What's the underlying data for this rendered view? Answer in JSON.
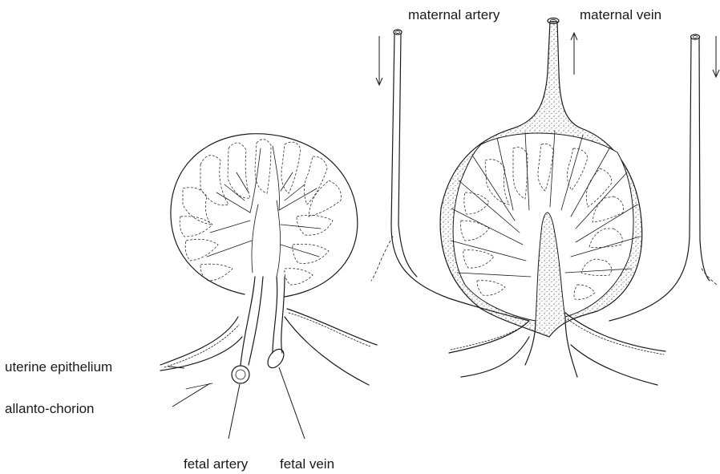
{
  "labels": {
    "maternal_artery": "maternal artery",
    "maternal_vein": "maternal vein",
    "uterine_epithelium": "uterine epithelium",
    "allanto_chorion": "allanto-chorion",
    "fetal_artery": "fetal artery",
    "fetal_vein": "fetal vein"
  },
  "colors": {
    "ink": "#1a1a1a",
    "background": "#ffffff"
  }
}
